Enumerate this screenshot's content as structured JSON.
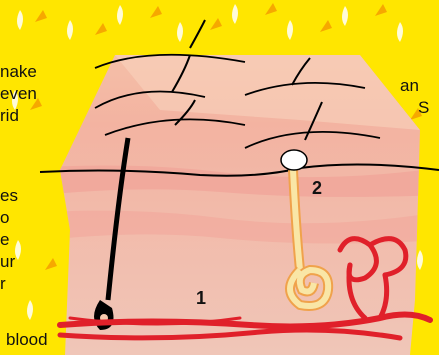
{
  "labels": {
    "one": "1",
    "two": "2"
  },
  "text_fragments": {
    "f1": "nake",
    "f2": "even",
    "f3": "rid",
    "f4": "an",
    "f5": "S",
    "f6": "es",
    "f7": "o",
    "f8": "e",
    "f9": "ur",
    "f10": "r",
    "f11": "blood"
  },
  "colors": {
    "background_yellow": "#ffe600",
    "skin_top": "#f6c9ad",
    "skin_mid": "#f3b3a1",
    "skin_band": "#f1a79b",
    "skin_bottom": "#f0c6b8",
    "hair": "#000000",
    "gland": "#f9e6a6",
    "gland_outline": "#f0a24b",
    "blood_vessel": "#e0202a"
  }
}
